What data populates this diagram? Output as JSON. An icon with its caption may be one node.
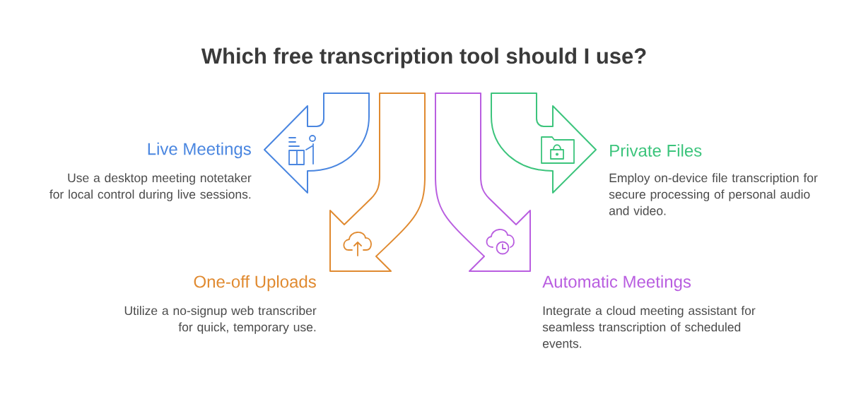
{
  "diagram": {
    "title": "Which free transcription tool should I use?",
    "labels": [
      "Live Meetings",
      "Use a desktop meeting notetaker for local control during live sessions.",
      "Private Files",
      "Employ on-device file transcription for secure processing of personal audio and video.",
      "One-off Uploads",
      "Utilize a no-signup web transcriber for quick, temporary use.",
      "Automatic Meetings",
      "Integrate a cloud meeting assistant for seamless transcription of scheduled events."
    ]
  }
}
